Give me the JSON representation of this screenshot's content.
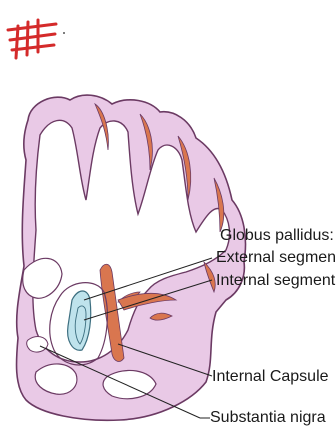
{
  "labels": {
    "globus_pallidus": "Globus pallidus:",
    "external_segment": "External segment",
    "internal_segment": "Internal segment",
    "internal_capsule": "Internal Capsule",
    "substantia_nigra": "Substantia nigra"
  },
  "icons": {
    "corner_mark": "hashtag-grid-icon"
  },
  "colors": {
    "tissue": "#e9c9e6",
    "tissue_dark": "#c9a0cc",
    "outline": "#6b3a63",
    "white_matter": "#ffffff",
    "pathway": "#d9764f",
    "globus_pallidus_fill": "#bfe3ec",
    "mark": "#d42a2a"
  }
}
